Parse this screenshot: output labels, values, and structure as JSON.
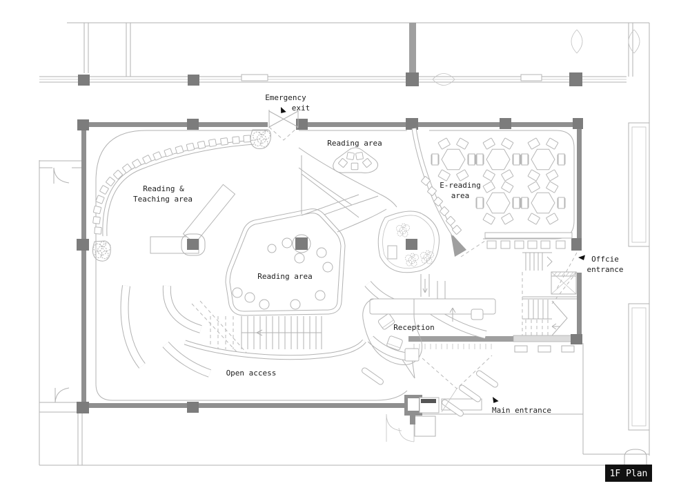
{
  "plan": {
    "title_badge": "1F Plan",
    "labels": {
      "emergency_line1": "Emergency",
      "emergency_line2": "exit",
      "reading_area_top": "Reading area",
      "e_reading_line1": "E-reading",
      "e_reading_line2": "area",
      "reading_teaching_line1": "Reading &",
      "reading_teaching_line2": "Teaching area",
      "reading_area_center": "Reading area",
      "reception": "Reception",
      "open_access": "Open access",
      "main_entrance": "Main entrance",
      "office_line1": "Offcie",
      "office_line2": "entrance"
    },
    "colors": {
      "wall": "#8f8f8f",
      "column": "#7c7c7c",
      "thin_line": "#b2b2b2",
      "text": "#1c1c1c",
      "badge_bg": "#111111",
      "badge_text": "#ffffff"
    }
  }
}
